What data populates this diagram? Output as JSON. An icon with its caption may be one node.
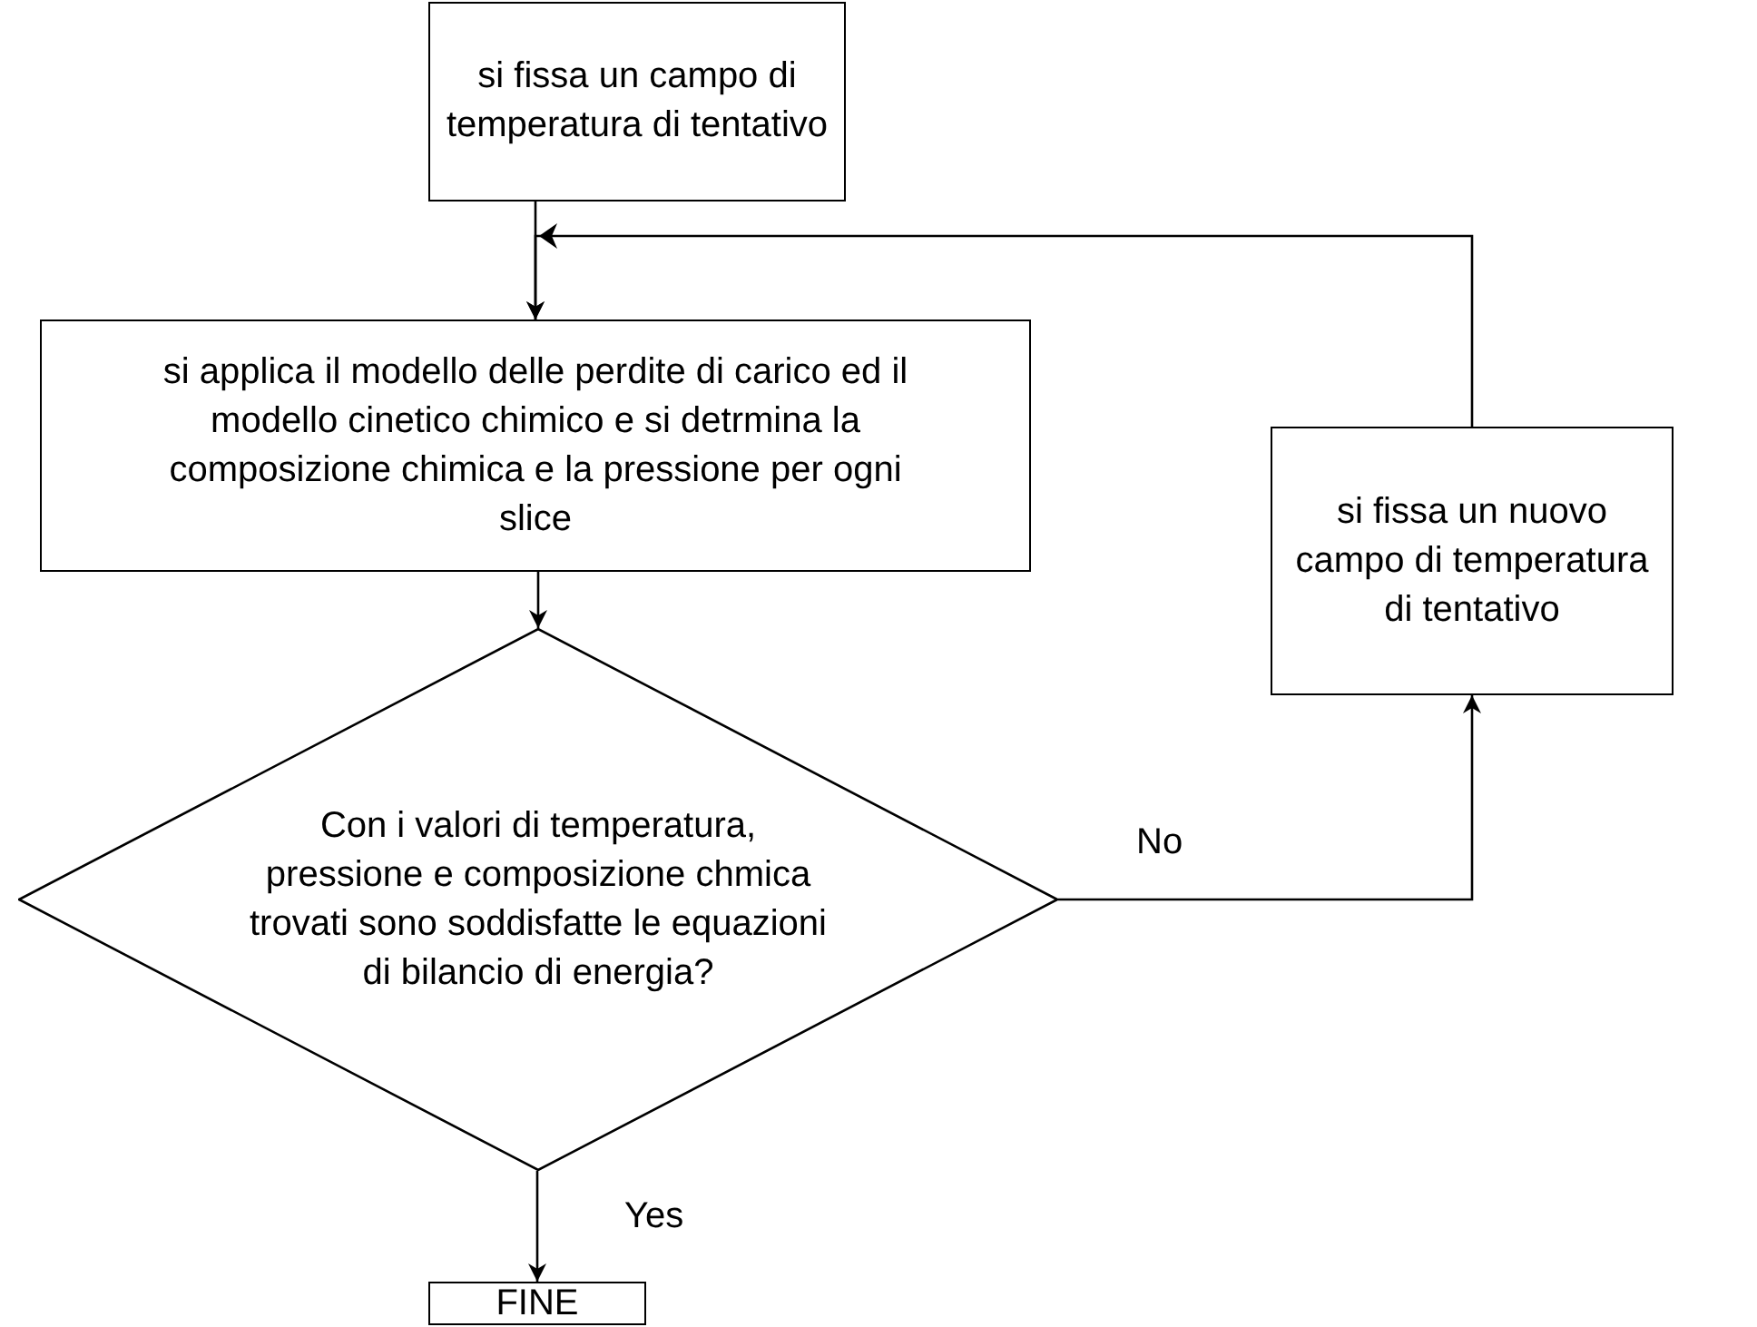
{
  "diagram": {
    "nodes": [
      {
        "text": [
          "si fissa un campo di temperatura di tentativo"
        ]
      },
      {
        "text": [
          "si applica il modello delle perdite di carico ed il modello cinetico chimico e si detrmina la composizione chimica e la pressione per ogni slice"
        ]
      },
      {
        "text": [
          "Con i valori di temperatura, pressione e composizione chmica trovati sono soddisfatte le equazioni di bilancio di energia?"
        ]
      },
      {
        "text": [
          "si fissa un nuovo campo di temperatura di tentativo"
        ]
      },
      {
        "text": [
          "FINE"
        ]
      }
    ],
    "edges": [
      {
        "from": 0,
        "to": 1,
        "arrow": "to"
      },
      {
        "from": 1,
        "to": 2,
        "arrow": "to"
      },
      {
        "from": 2,
        "to": 3,
        "arrow": "to",
        "label": "No"
      },
      {
        "from": 3,
        "to": 1,
        "arrow": "to"
      },
      {
        "from": 2,
        "to": 4,
        "arrow": "to",
        "label": "Yes"
      }
    ]
  }
}
